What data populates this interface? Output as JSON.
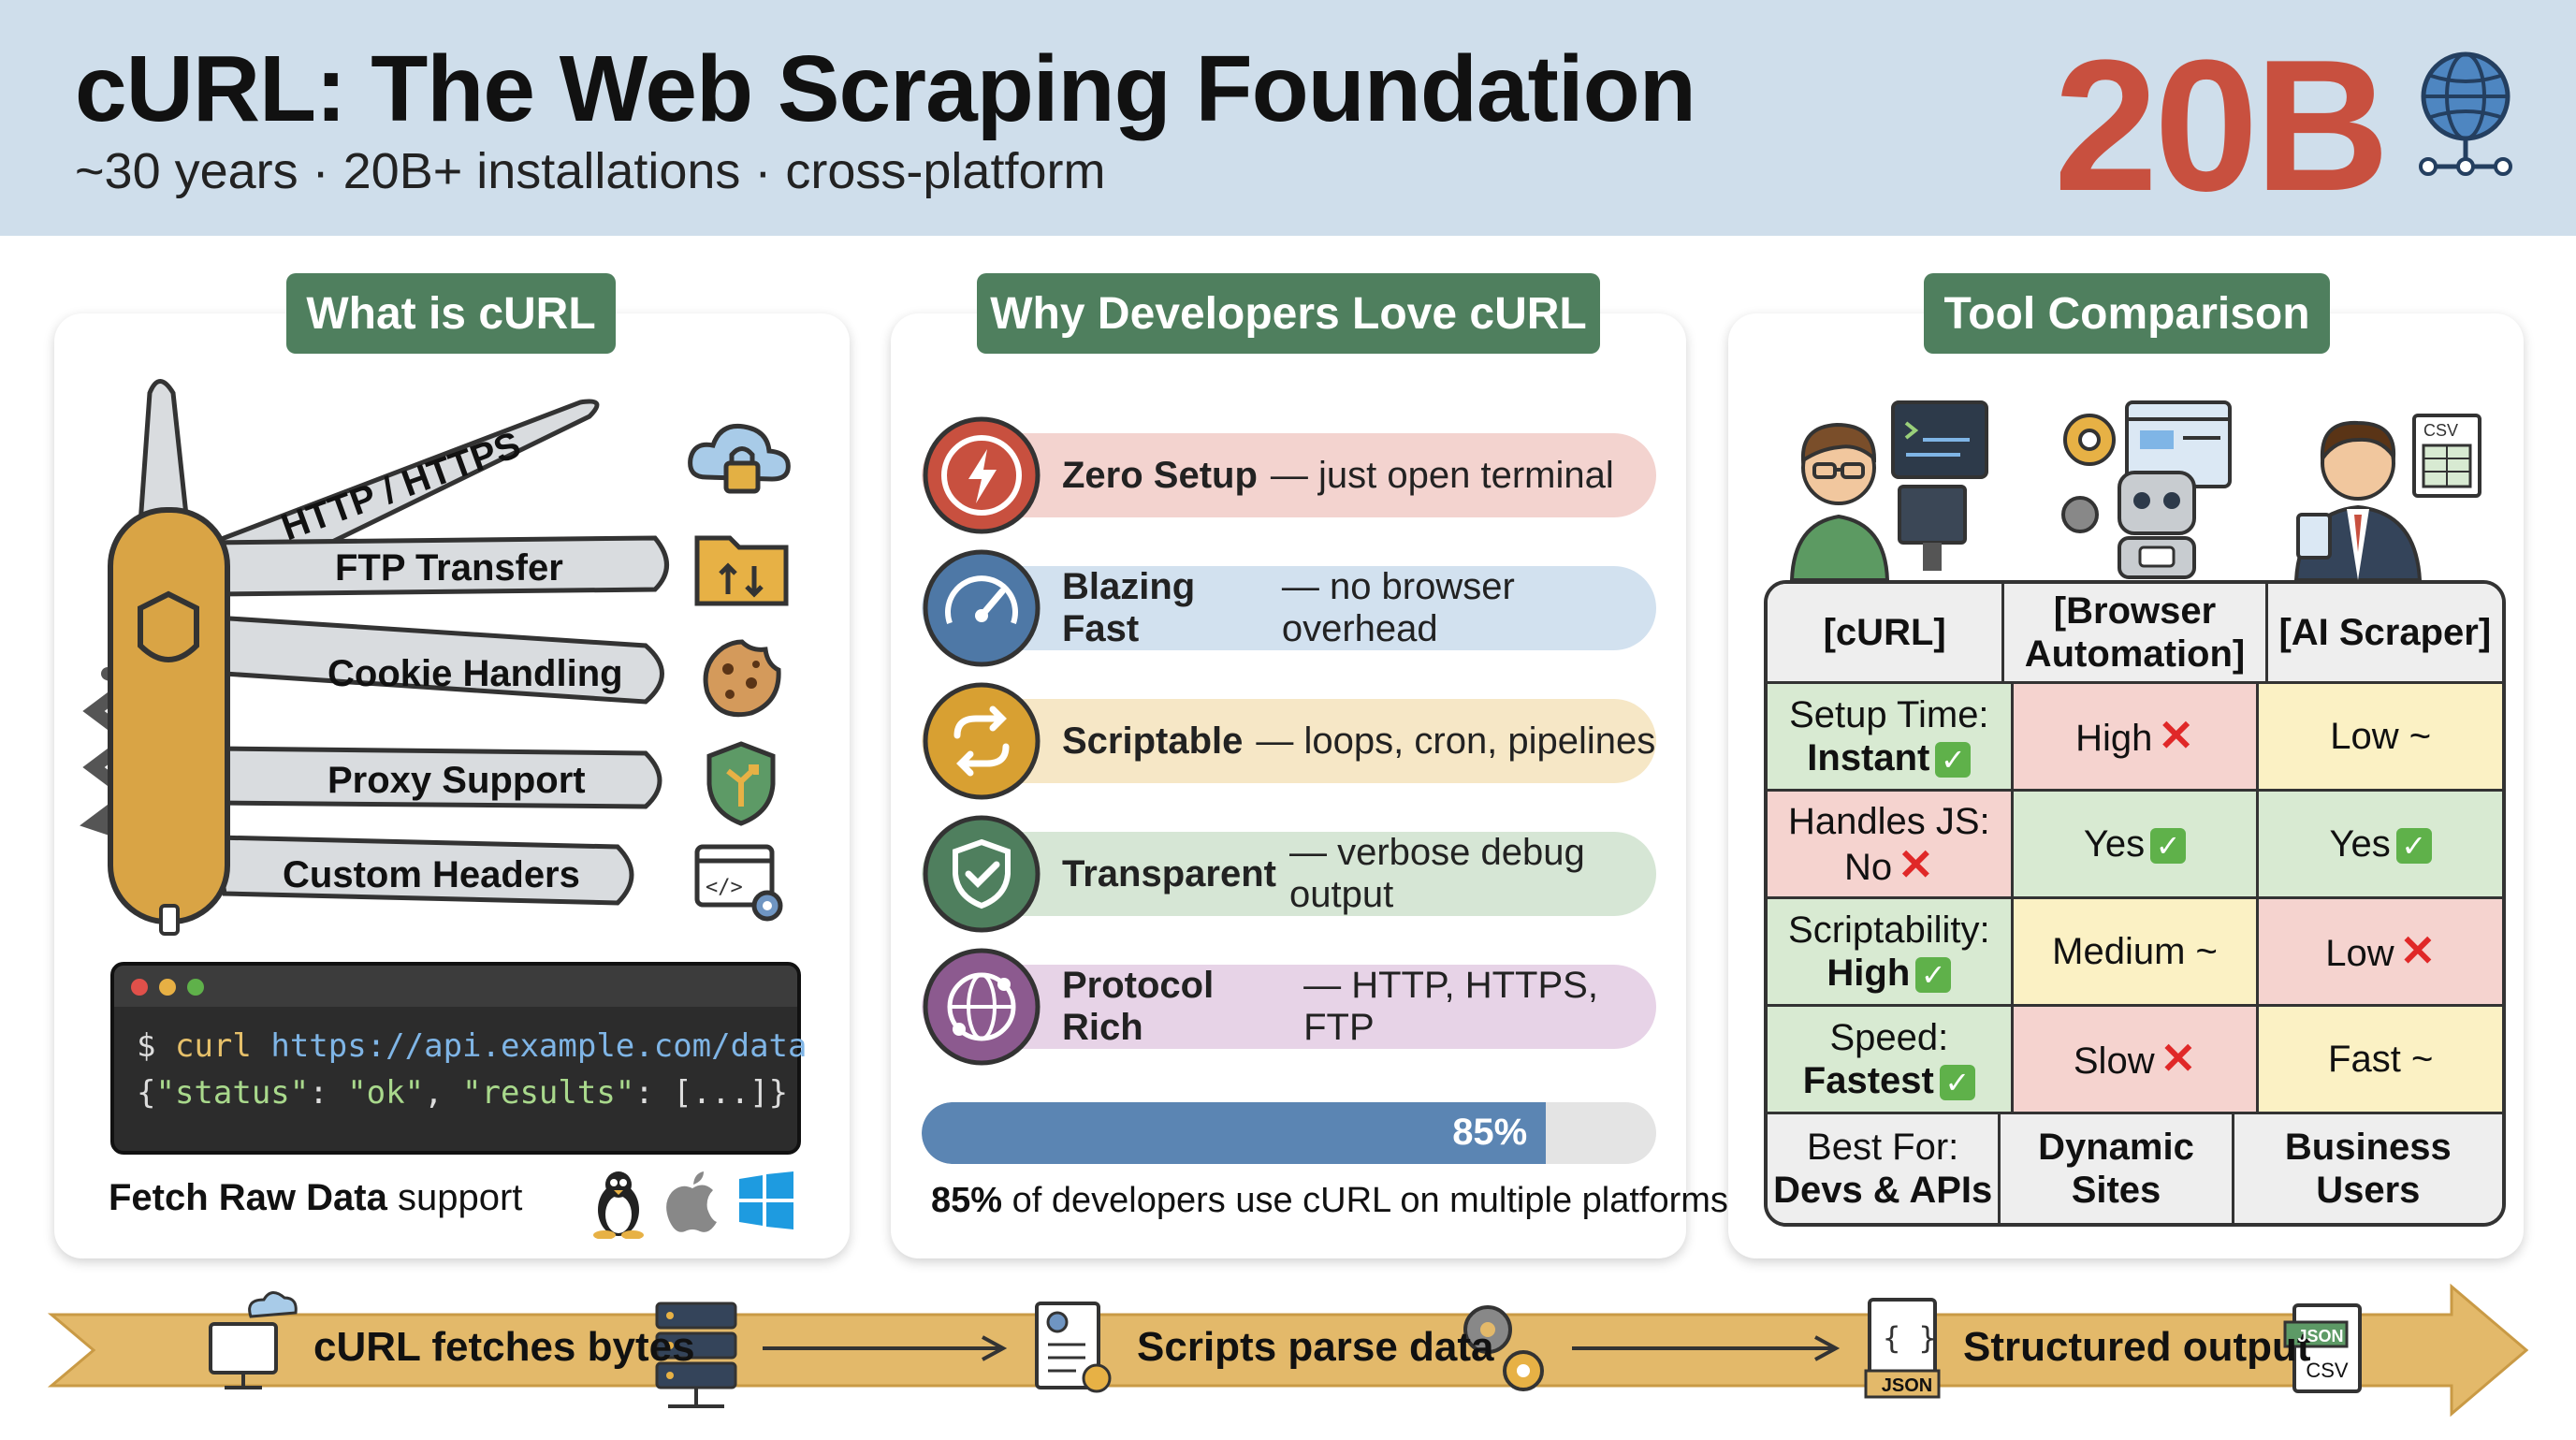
{
  "header": {
    "title": "cURL: The Web Scraping Foundation",
    "subtitle": "~30 years · 20B+ installations · cross-platform",
    "big_number": "20B"
  },
  "panels": {
    "what": {
      "tag": "What is cURL",
      "blades": [
        "HTTP / HTTPS",
        "FTP Transfer",
        "Cookie Handling",
        "Proxy Support",
        "Custom Headers"
      ],
      "icons": [
        "cloud-lock-icon",
        "folder-transfer-icon",
        "cookie-icon",
        "shield-route-icon",
        "code-gear-icon"
      ],
      "terminal": {
        "prompt": "$",
        "command": "curl",
        "url": "https://api.example.com/data",
        "out_open": "{",
        "out_key1": "\"status\"",
        "out_colon1": ": ",
        "out_val1": "\"ok\"",
        "out_comma": ", ",
        "out_key2": "\"results\"",
        "out_colon2": ": ",
        "out_rest": "[...]}"
      },
      "fetch_bold": "Fetch Raw Data",
      "fetch_rest": " support",
      "os_icons": [
        "linux-icon",
        "apple-icon",
        "windows-icon"
      ]
    },
    "why": {
      "tag": "Why Developers Love cURL",
      "items": [
        {
          "bold": "Zero Setup",
          "rest": "— just open terminal",
          "color": "#c8503f",
          "bg": "#f3d3cf",
          "icon": "lightning-icon"
        },
        {
          "bold": "Blazing Fast",
          "rest": "— no browser overhead",
          "color": "#4e78a6",
          "bg": "#d2e1ef",
          "icon": "speedometer-icon"
        },
        {
          "bold": "Scriptable",
          "rest": "— loops, cron, pipelines",
          "color": "#d8a032",
          "bg": "#f6e7c6",
          "icon": "loop-arrows-icon"
        },
        {
          "bold": "Transparent",
          "rest": "— verbose debug output",
          "color": "#4f7f5e",
          "bg": "#d6e6d5",
          "icon": "shield-check-icon"
        },
        {
          "bold": "Protocol Rich",
          "rest": "— HTTP, HTTPS, FTP",
          "color": "#8c5a8f",
          "bg": "#e7d3e7",
          "icon": "globe-network-icon"
        }
      ],
      "progress_value": 85,
      "progress_label": "85%",
      "caption_bold": "85%",
      "caption_rest": " of developers use cURL on multiple platforms"
    },
    "compare": {
      "tag": "Tool Comparison",
      "columns": [
        "[cURL]",
        "[Browser Automation]",
        "[AI Scraper]"
      ],
      "rows": [
        {
          "curl_label": "Setup Time:",
          "curl_value": "Instant",
          "browser": "High",
          "ai": "Low ~"
        },
        {
          "curl_label": "Handles JS:",
          "curl_value": "No",
          "browser": "Yes",
          "ai": "Yes"
        },
        {
          "curl_label": "Scriptability:",
          "curl_value": "High",
          "browser": "Medium ~",
          "ai": "Low"
        },
        {
          "curl_label": "Speed:",
          "curl_value": "Fastest",
          "browser": "Slow",
          "ai": "Fast ~"
        },
        {
          "curl_label": "Best For:",
          "curl_value": "Devs & APIs",
          "browser": "Dynamic Sites",
          "ai": "Business Users"
        }
      ],
      "avatar_icons": [
        "developer-avatar-icon",
        "robot-browser-icon",
        "business-user-icon"
      ],
      "csv_badge": "CSV"
    }
  },
  "flow": {
    "steps": [
      "cURL fetches bytes",
      "Scripts parse data",
      "Structured output"
    ],
    "json_badge": "JSON",
    "csv_badge": "CSV",
    "band_color": "#e3b96a"
  }
}
